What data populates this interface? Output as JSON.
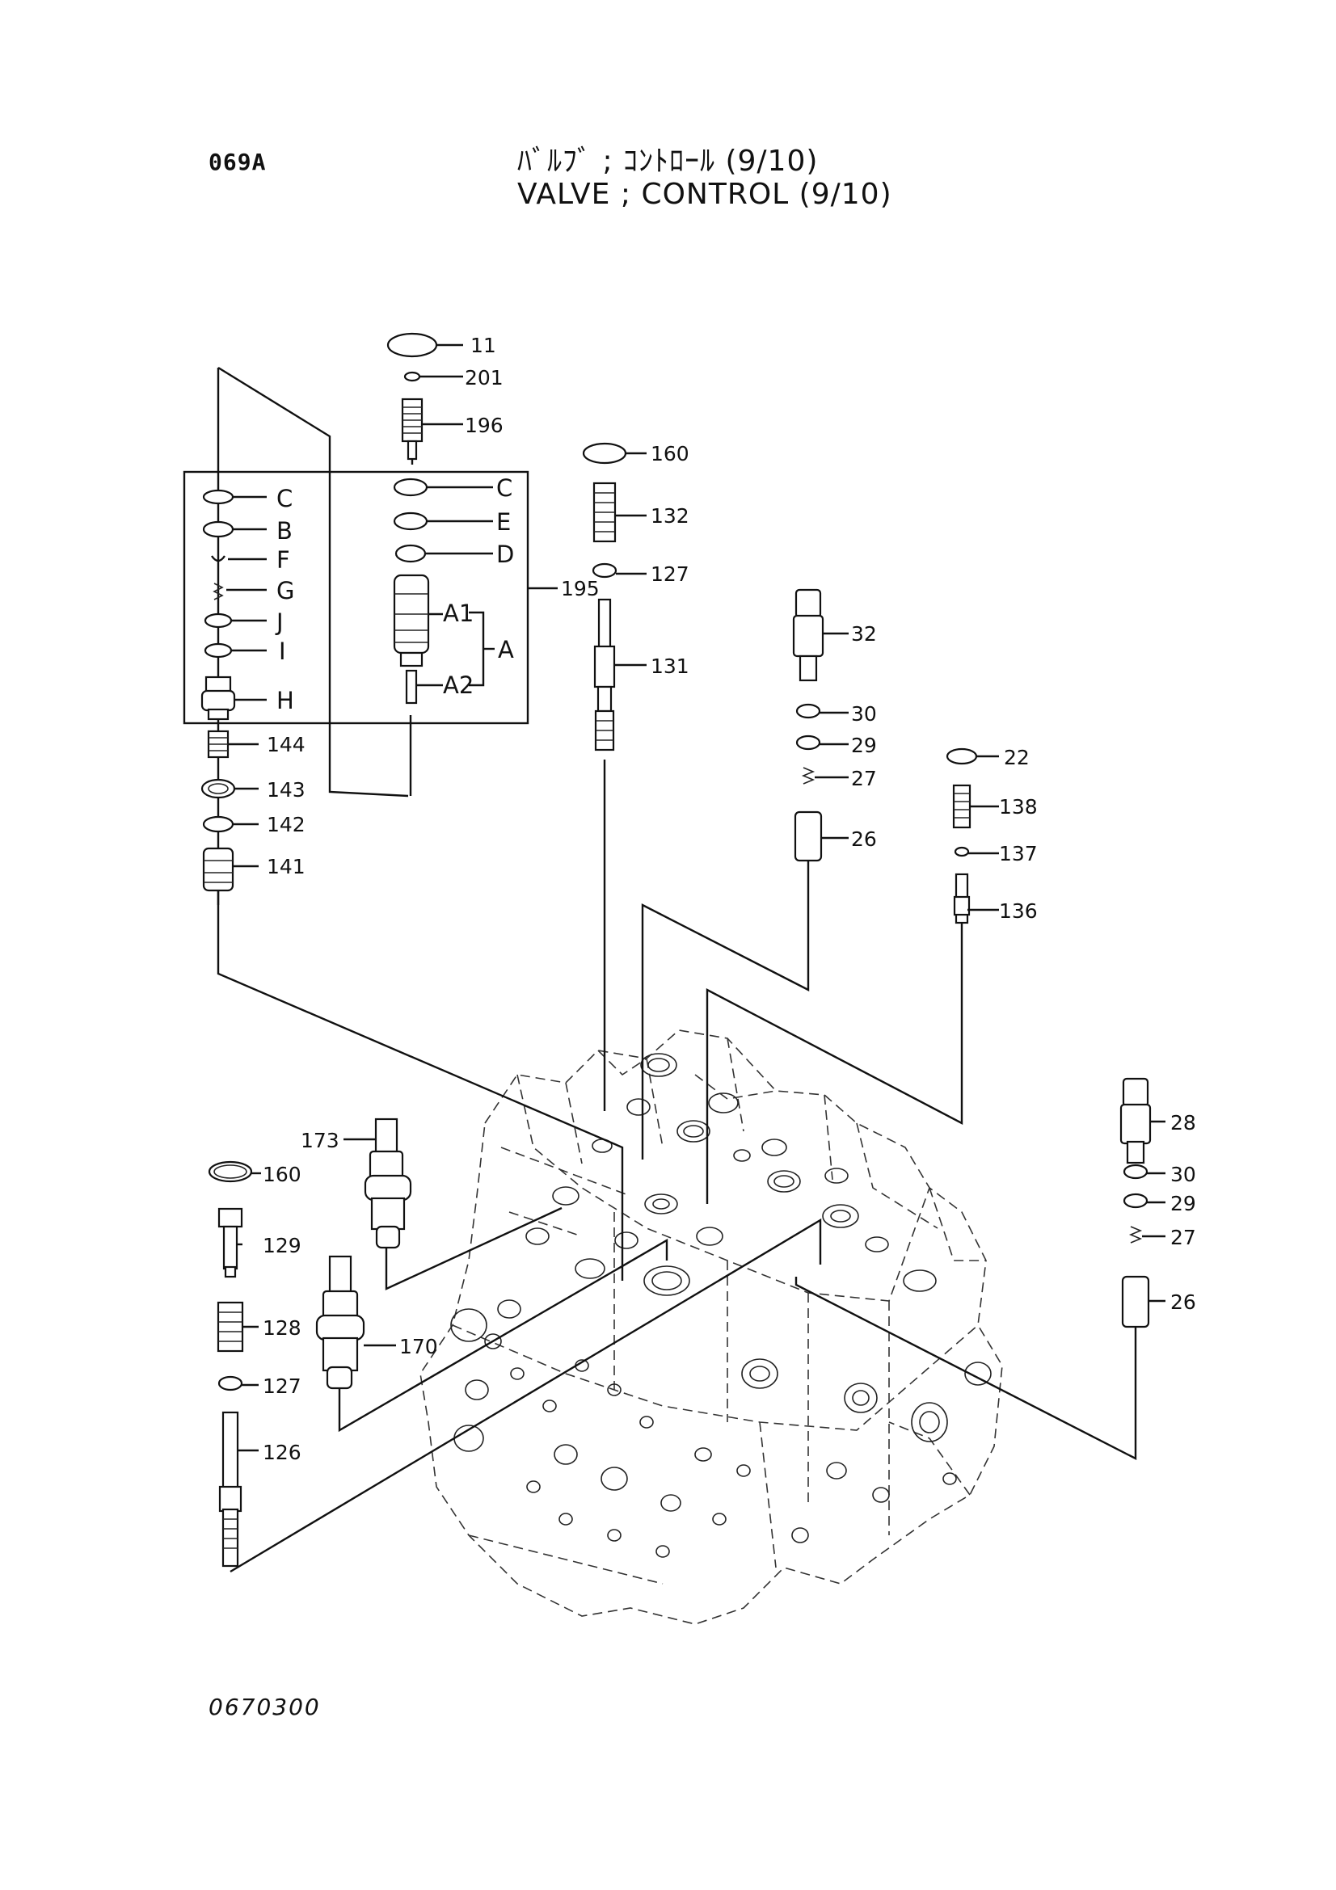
{
  "header": {
    "page_code": "069A",
    "title_jp": "ﾊﾞﾙﾌﾞ ; ｺﾝﾄﾛｰﾙ (9/10)",
    "title_en": "VALVE ; CONTROL (9/10)"
  },
  "footer": {
    "drawing_number": "0670300"
  },
  "callouts": {
    "p11": "11",
    "p201": "201",
    "p196": "196",
    "p195": "195",
    "p160_top": "160",
    "p132": "132",
    "p127_top": "127",
    "p131": "131",
    "p32": "32",
    "p30_mid": "30",
    "p29_mid": "29",
    "p27_mid": "27",
    "p26_mid": "26",
    "p22": "22",
    "p138": "138",
    "p137": "137",
    "p136": "136",
    "p144": "144",
    "p143": "143",
    "p142": "142",
    "p141": "141",
    "p173": "173",
    "p170": "170",
    "p160_left": "160",
    "p129": "129",
    "p128": "128",
    "p127_left": "127",
    "p126": "126",
    "p28": "28",
    "p30_right": "30",
    "p29_right": "29",
    "p27_right": "27",
    "p26_right": "26"
  },
  "kit_letters": {
    "left": [
      "C",
      "B",
      "F",
      "G",
      "J",
      "I",
      "H"
    ],
    "right": [
      "C",
      "E",
      "D"
    ],
    "A1": "A1",
    "A2": "A2",
    "A": "A"
  }
}
